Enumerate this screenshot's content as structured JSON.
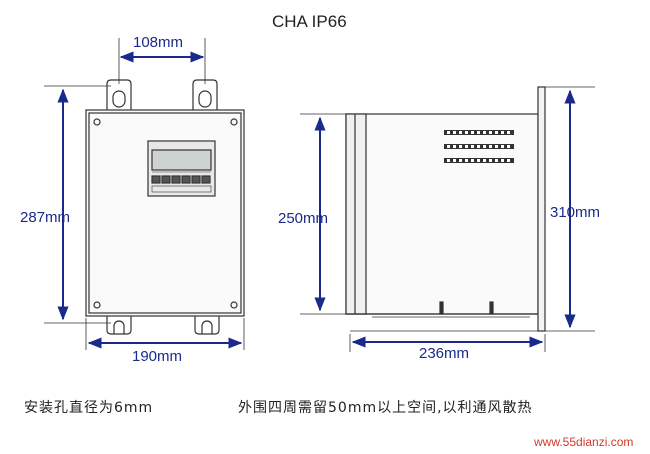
{
  "title": "CHA IP66",
  "dimensions": {
    "hole_spacing": "108mm",
    "front_height": "287mm",
    "front_width": "190mm",
    "side_height": "250mm",
    "side_depth": "236mm",
    "side_total_height": "310mm"
  },
  "notes": {
    "left": "安装孔直径为6mm",
    "right": "外围四周需留50mm以上空间,以利通风散热"
  },
  "watermark": "www.55dianzi.com",
  "colors": {
    "dimension": "#1a2a8c",
    "drawing": "#333333",
    "watermark": "#d23a2a"
  },
  "icons": [
    "mounting-hole-icon",
    "vent-slot-icon",
    "keypad-icon",
    "lcd-display-icon"
  ]
}
